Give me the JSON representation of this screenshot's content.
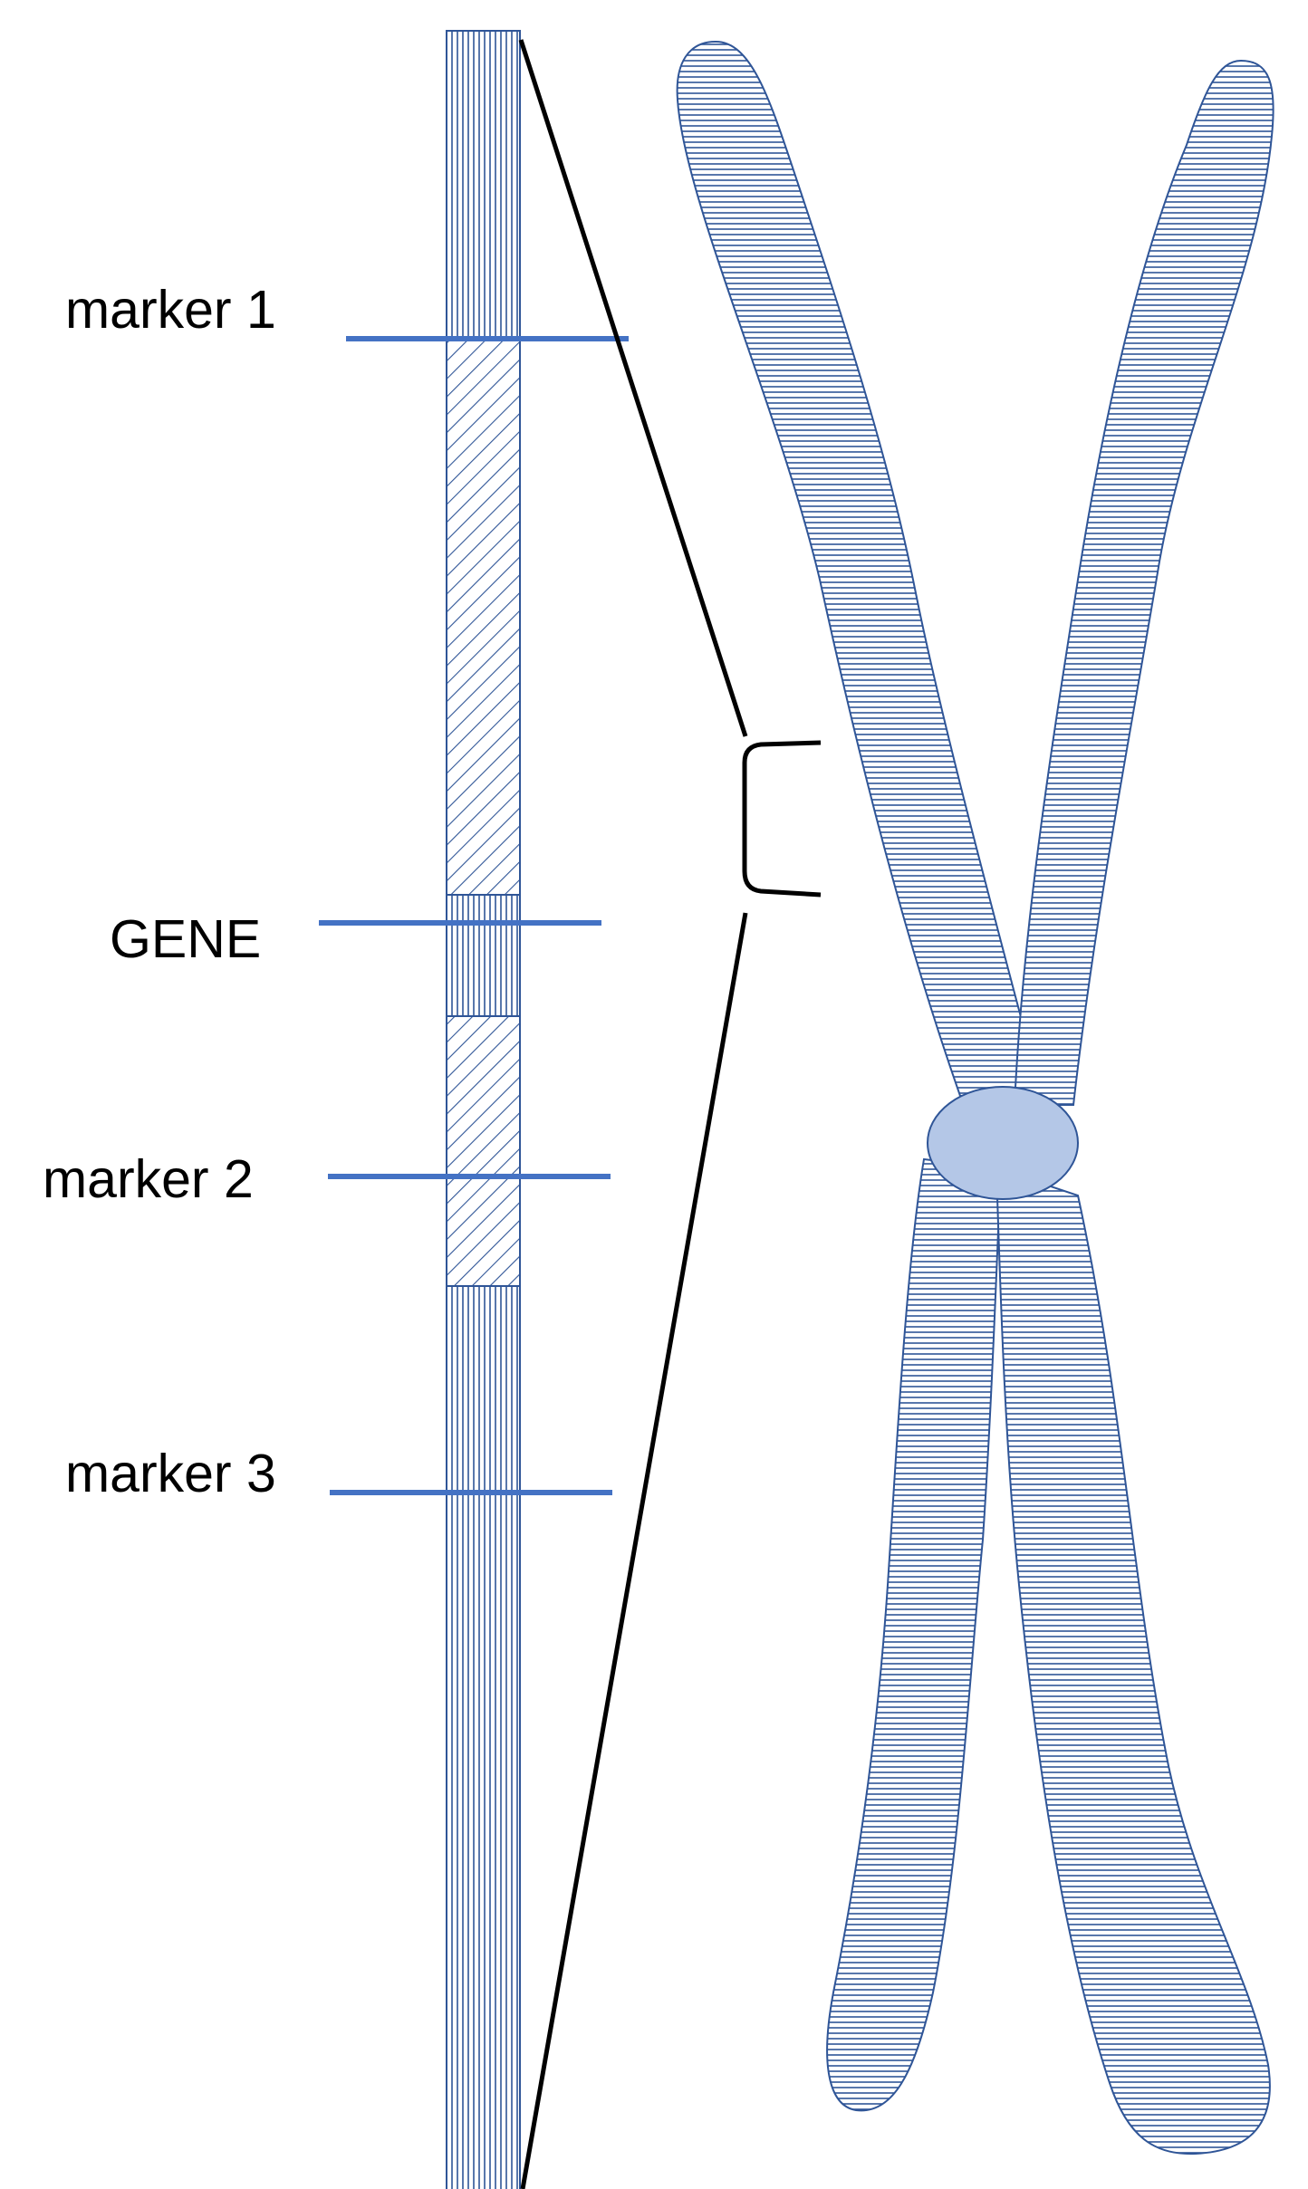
{
  "labels": {
    "marker1": "marker 1",
    "gene": "GENE",
    "marker2": "marker 2",
    "marker3": "marker 3"
  },
  "colors": {
    "stroke_blue": "#2f5597",
    "marker_line": "#4472c4",
    "centromere_fill": "#b4c7e7",
    "zoom_line": "#000000",
    "background": "#ffffff"
  }
}
